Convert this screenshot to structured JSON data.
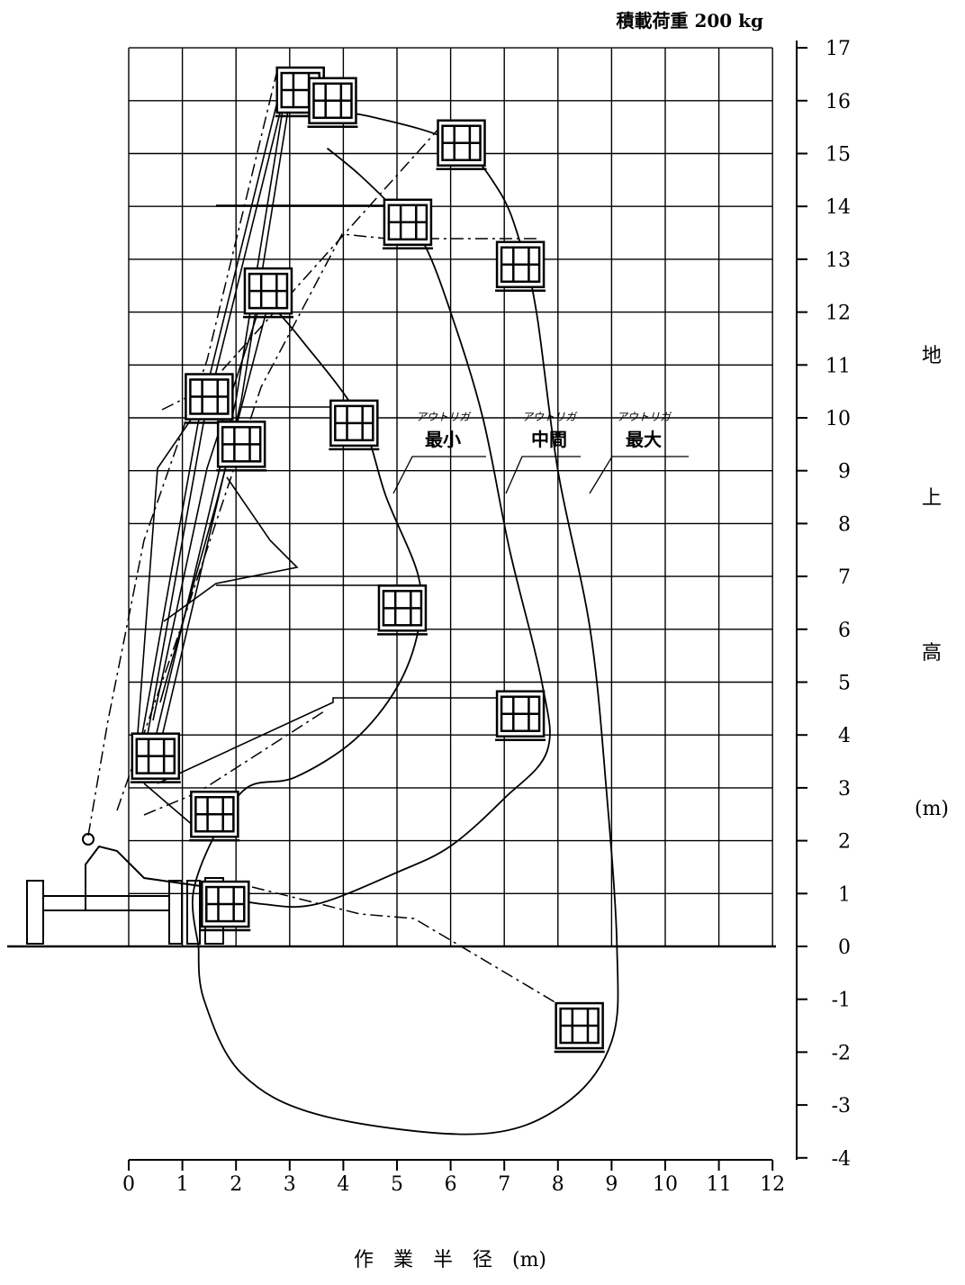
{
  "title": "積載荷重 200 kg",
  "x_axis": {
    "label": "作　業　半　径　(m)",
    "ticks": [
      "0",
      "1",
      "2",
      "3",
      "4",
      "5",
      "6",
      "7",
      "8",
      "9",
      "10",
      "11",
      "12"
    ]
  },
  "y_axis": {
    "label_chars": [
      "地",
      "上",
      "高",
      "(m)"
    ],
    "ticks": [
      "17",
      "16",
      "15",
      "14",
      "13",
      "12",
      "11",
      "10",
      "9",
      "8",
      "7",
      "6",
      "5",
      "4",
      "3",
      "2",
      "1",
      "0",
      "-1",
      "-2",
      "-3",
      "-4"
    ]
  },
  "annotations": [
    {
      "small": "アウトリガ",
      "big": "最小"
    },
    {
      "small": "アウトリガ",
      "big": "中間"
    },
    {
      "small": "アウトリガ",
      "big": "最大"
    }
  ],
  "buckets": [
    {
      "x": 3.2,
      "y": 16.2
    },
    {
      "x": 3.8,
      "y": 16.0
    },
    {
      "x": 6.2,
      "y": 15.2
    },
    {
      "x": 5.2,
      "y": 13.7
    },
    {
      "x": 7.3,
      "y": 12.9
    },
    {
      "x": 2.6,
      "y": 12.4
    },
    {
      "x": 1.5,
      "y": 10.4
    },
    {
      "x": 2.1,
      "y": 9.5
    },
    {
      "x": 4.2,
      "y": 9.9
    },
    {
      "x": 5.1,
      "y": 6.4
    },
    {
      "x": 7.3,
      "y": 4.4
    },
    {
      "x": 0.5,
      "y": 3.6
    },
    {
      "x": 1.6,
      "y": 2.5
    },
    {
      "x": 1.8,
      "y": 0.8
    },
    {
      "x": 8.4,
      "y": -1.5
    }
  ],
  "envelopes": {
    "minimum": [
      [
        1.3,
        0
      ],
      [
        1.2,
        1
      ],
      [
        1.6,
        2.1
      ],
      [
        2.2,
        3.0
      ],
      [
        3.1,
        3.2
      ],
      [
        4.2,
        3.9
      ],
      [
        5.0,
        4.9
      ],
      [
        5.4,
        6.0
      ],
      [
        5.4,
        7.0
      ],
      [
        4.8,
        8.5
      ],
      [
        4.3,
        10.0
      ],
      [
        3.2,
        11.5
      ],
      [
        2.6,
        12.2
      ]
    ],
    "intermediate": [
      [
        1.4,
        1.0
      ],
      [
        2.5,
        0.8
      ],
      [
        3.5,
        0.8
      ],
      [
        5.0,
        1.4
      ],
      [
        6.0,
        1.9
      ],
      [
        7.0,
        2.8
      ],
      [
        7.8,
        3.7
      ],
      [
        7.7,
        5.0
      ],
      [
        7.1,
        7.5
      ],
      [
        6.6,
        10.0
      ],
      [
        6.0,
        12.0
      ],
      [
        5.5,
        13.3
      ],
      [
        5.0,
        13.9
      ],
      [
        4.3,
        14.6
      ],
      [
        3.7,
        15.1
      ]
    ],
    "maximum": [
      [
        1.3,
        0
      ],
      [
        1.4,
        -1.0
      ],
      [
        2.1,
        -2.4
      ],
      [
        3.6,
        -3.2
      ],
      [
        6.5,
        -3.55
      ],
      [
        8.1,
        -3.0
      ],
      [
        9.0,
        -1.8
      ],
      [
        9.1,
        0
      ],
      [
        8.9,
        3.0
      ],
      [
        8.6,
        6.0
      ],
      [
        8.0,
        9.0
      ],
      [
        7.6,
        12.0
      ],
      [
        7.3,
        13.3
      ],
      [
        6.9,
        14.3
      ],
      [
        6.1,
        15.2
      ],
      [
        4.5,
        15.7
      ],
      [
        3.6,
        15.8
      ]
    ]
  }
}
